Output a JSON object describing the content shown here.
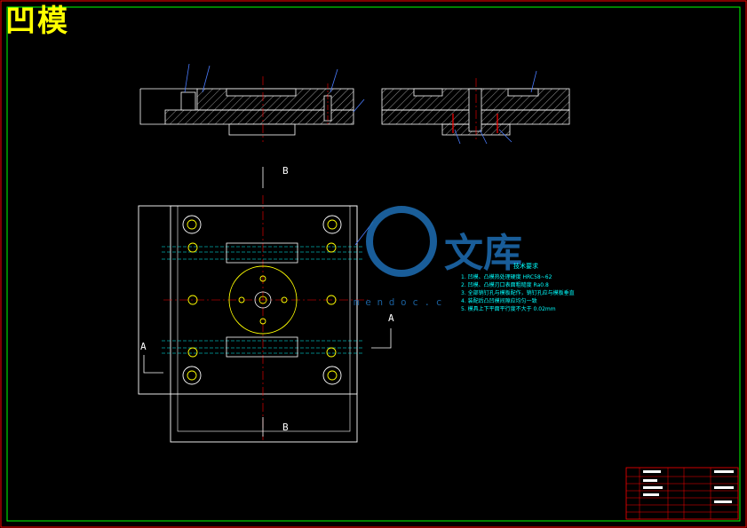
{
  "drawing": {
    "title": "凹模",
    "section_labels": {
      "b_top": "B",
      "b_bottom": "B",
      "a_left": "A",
      "a_right": "A"
    },
    "watermark": {
      "text": "文库",
      "url": "m e n d o c . c"
    },
    "colors": {
      "frame": "#00ff00",
      "outer_frame": "#ff0000",
      "outline": "#ffffff",
      "center_line": "#ff0000",
      "hidden_line": "#00ffff",
      "leader": "#4a7cff",
      "hole": "#ffff00",
      "watermark": "#1e6eb4"
    }
  },
  "technical_requirements": {
    "heading": "技术要求",
    "lines": [
      "1. 凹模、凸模热处理硬度 HRC58~62",
      "2. 凹模、凸模刃口表面粗糙度 Ra0.8",
      "3. 全部销钉孔与模板配作，销钉孔应与模板垂直",
      "4. 装配后凸凹模间隙应均匀一致",
      "5. 模具上下平面平行度不大于 0.02mm"
    ]
  }
}
